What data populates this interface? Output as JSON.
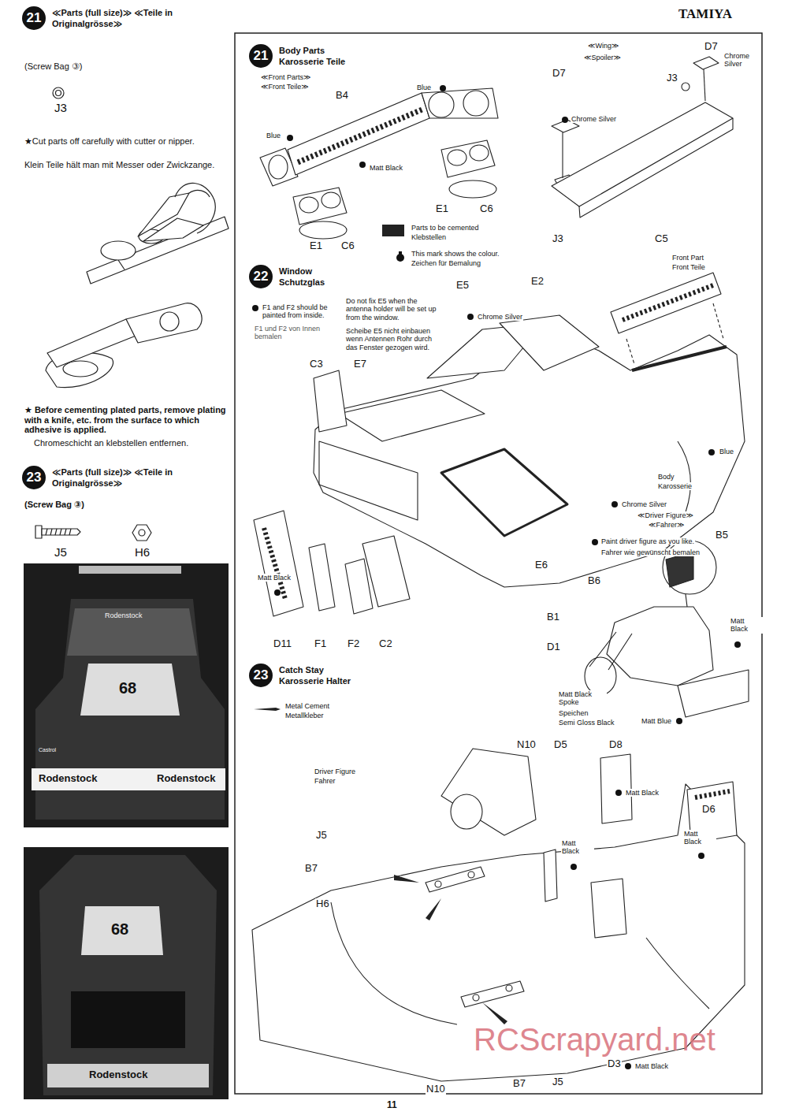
{
  "diagram": {
    "nodes": [
      {
        "text": [
          "21",
          "≪Parts (full size)≫ ≪Teile in Originalgrösse≫"
        ]
      },
      {
        "text": [
          "23",
          "≪Parts (full size)≫ ≪Teile in Originalgrösse≫"
        ]
      },
      {
        "text": [
          "21",
          "Body Parts Karosserie Teile"
        ]
      },
      {
        "text": [
          "22",
          "Window Schutzglas"
        ]
      },
      {
        "text": [
          "23",
          "Catch Stay Karosserie Halter"
        ]
      }
    ],
    "labels": [
      "TAMIYA",
      "(Screw Bag ③)",
      "J3",
      "★Cut parts off carefully with cutter or nipper.",
      "Klein Teile hält man mit Messer oder Zwickzange.",
      "★ Before cementing plated parts, remove plating with a knife, etc. from the surface to which adhesive is applied.",
      "Chromeschicht an klebstellen entfernen.",
      "(Screw Bag ③)",
      "J5",
      "H6",
      "Rodenstock",
      "68",
      "Castrol",
      "Rodenstock",
      "Rodenstock",
      "68",
      "Rodenstock",
      "≪Front Parts≫",
      "≪Front Teile≫",
      "B4",
      "Blue",
      "Blue",
      "Matt Black",
      "E1",
      "C6",
      "E1",
      "C6",
      "≪Wing≫",
      "≪Spoiler≫",
      "D7",
      "D7",
      "Chrome Silver",
      "J3",
      "Chrome Silver",
      "J3",
      "C5",
      "F1 and F2 should be painted from inside.",
      "F1 und F2 von Innen bemalen",
      "Do not fix E5 when the antenna holder will be set up from the window.",
      "Scheibe E5 nicht einbauen wenn Antennen Rohr durch das Fenster gezogen wird.",
      "E5",
      "E2",
      "Chrome Silver",
      "C3",
      "E7",
      "Front Part",
      "Front Teile",
      "Blue",
      "Body",
      "Karosserie",
      "E6",
      "Chrome Silver",
      "≪Driver Figure≫",
      "≪Fahrer≫",
      "Paint driver figure as you like.",
      "Fahrer wie gewünscht bemalen",
      "B5",
      "B6",
      "Matt Black",
      "D11",
      "F1",
      "F2",
      "C2",
      "Matt Black",
      "B1",
      "D1",
      "Matt Black Spoke",
      "Speichen",
      "Semi Gloss Black",
      "Matt Blue",
      "Driver Figure",
      "Fahrer",
      "N10",
      "D5",
      "D8",
      "Matt Black",
      "D6",
      "Matt Black",
      "Matt Black",
      "J5",
      "B7",
      "H6",
      "N10",
      "B7",
      "J5",
      "D3",
      "Matt Black",
      "11",
      "RCScrapyard.net"
    ],
    "legend": [
      {
        "text": "Parts to be cemented Klebstellen",
        "color": "#222222"
      },
      {
        "text": "This mark shows the colour. Zeichen für Bemalung"
      },
      {
        "text": "Metal Cement Metallkleber"
      }
    ]
  }
}
